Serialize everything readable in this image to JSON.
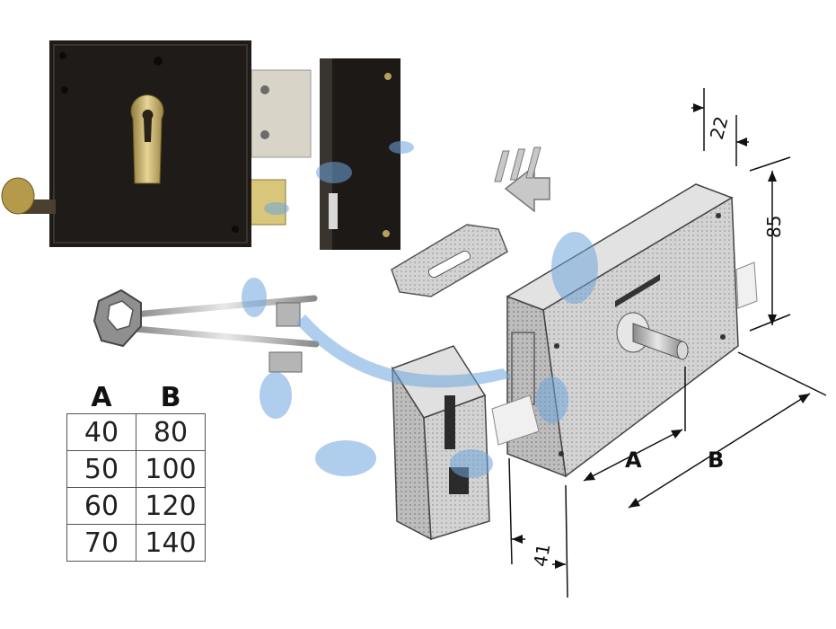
{
  "dimension_labels": {
    "depth": "22",
    "height": "85",
    "backset": "A",
    "width": "B",
    "strike_depth": "41"
  },
  "size_table": {
    "headers": [
      "A",
      "B"
    ],
    "rows": [
      [
        "40",
        "80"
      ],
      [
        "50",
        "100"
      ],
      [
        "60",
        "120"
      ],
      [
        "70",
        "140"
      ]
    ]
  },
  "colors": {
    "lock_body_black": "#1f1b18",
    "brass": "#cdb36a",
    "steel_grey": "#bdbdbd",
    "watermark_blue": "#6fa6dd",
    "drawing_fill": "#d5d5d5"
  }
}
